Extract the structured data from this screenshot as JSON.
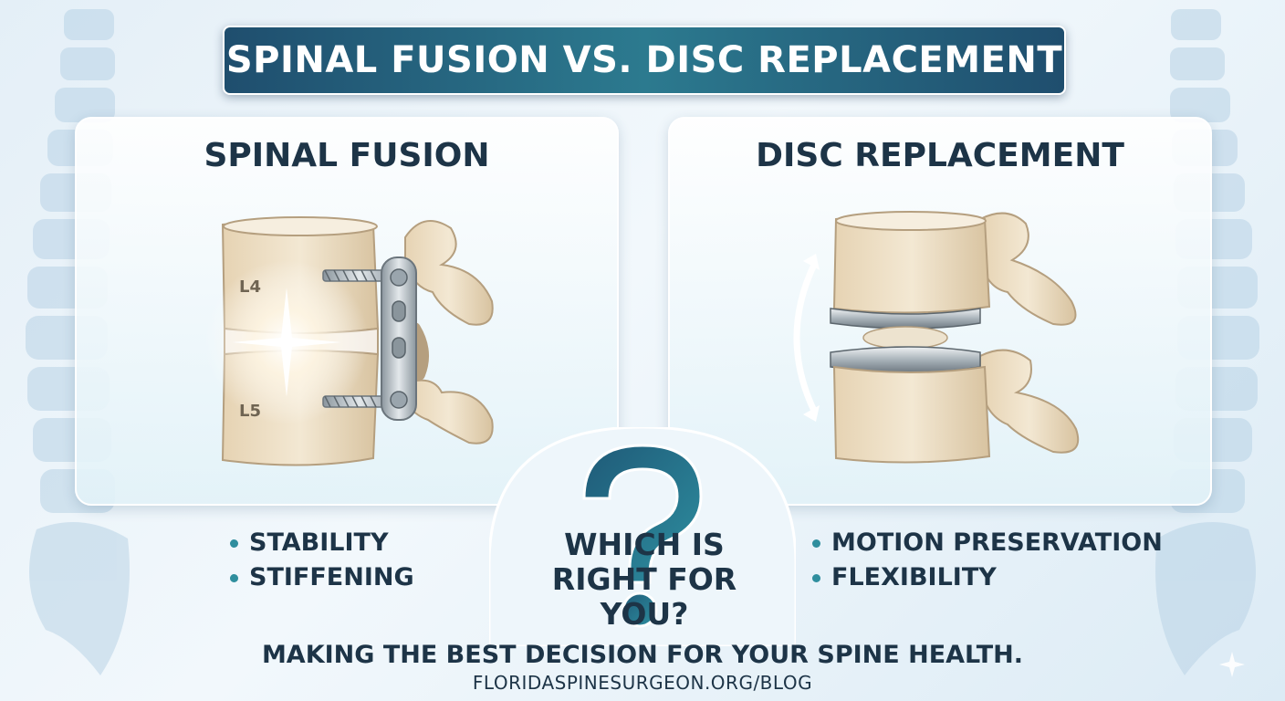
{
  "header": {
    "title": "SPINAL FUSION VS. DISC REPLACEMENT"
  },
  "fusion": {
    "title": "SPINAL FUSION",
    "vertebra_top_label": "L4",
    "vertebra_bottom_label": "L5",
    "bullets": [
      "STABILITY",
      "STIFFENING"
    ]
  },
  "replacement": {
    "title": "DISC REPLACEMENT",
    "bullets": [
      "MOTION PRESERVATION",
      "FLEXIBILITY"
    ]
  },
  "center": {
    "question": "WHICH IS RIGHT FOR YOU?"
  },
  "footer": {
    "tagline": "MAKING THE BEST DECISION FOR YOUR SPINE HEALTH.",
    "url": "FLORIDASPINESURGEON.ORG/BLOG"
  },
  "colors": {
    "navy": "#1d3447",
    "banner": "#1f4e6e",
    "teal": "#2f8e9e",
    "bone": "#efe3cc"
  },
  "icons": [
    "question-mark-icon",
    "rotation-arrow-icon",
    "sparkle-icon"
  ]
}
